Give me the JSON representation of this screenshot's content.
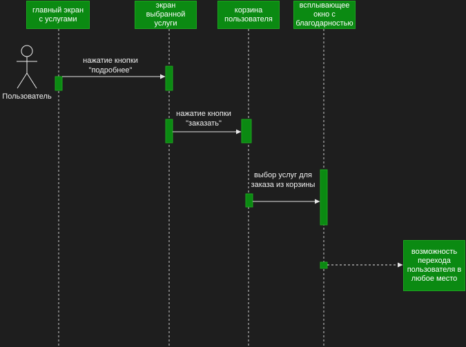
{
  "participants": [
    {
      "label": "главный экран\nс услугами"
    },
    {
      "label": "экран\nвыбранной\nуслуги"
    },
    {
      "label": "корзина\nпользователя"
    },
    {
      "label": "всплывающее\nокно с\nблагодарностью"
    }
  ],
  "actor": {
    "label": "Пользователь"
  },
  "messages": [
    {
      "label": "нажатие кнопки\n\"подробнее\""
    },
    {
      "label": "нажатие кнопки\n\"заказать\""
    },
    {
      "label": "выбор услуг для\nзаказа из корзины"
    }
  ],
  "note": {
    "label": "возможность\nперехода\nпользователя в\nлюбое место"
  },
  "colors": {
    "background": "#1e1e1e",
    "box_fill": "#0b8a12",
    "box_border": "#1da620",
    "line": "#e6e6e6",
    "text": "#ffffff"
  }
}
